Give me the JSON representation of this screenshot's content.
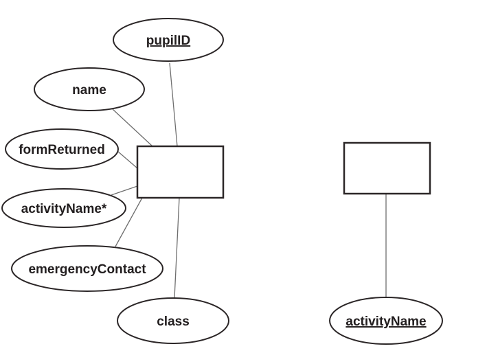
{
  "diagram": {
    "type": "entity-relationship",
    "colors": {
      "background": "#ffffff",
      "shape_stroke": "#2b2627",
      "connector": "#6e6e6e",
      "text": "#221e1f"
    },
    "entities": [
      {
        "id": "left-entity",
        "label": ""
      },
      {
        "id": "right-entity",
        "label": ""
      }
    ],
    "attributes": [
      {
        "label": "pupilID",
        "underlined": true
      },
      {
        "label": "name",
        "underlined": false
      },
      {
        "label": "formReturned",
        "underlined": false
      },
      {
        "label": "activityName*",
        "underlined": false
      },
      {
        "label": "emergencyContact",
        "underlined": false
      },
      {
        "label": "class",
        "underlined": false
      },
      {
        "label": "activityName",
        "underlined": true
      }
    ],
    "edges": [
      {
        "from": "pupilID",
        "to": "left-entity"
      },
      {
        "from": "name",
        "to": "left-entity"
      },
      {
        "from": "formReturned",
        "to": "left-entity"
      },
      {
        "from": "activityName*",
        "to": "left-entity"
      },
      {
        "from": "emergencyContact",
        "to": "left-entity"
      },
      {
        "from": "class",
        "to": "left-entity"
      },
      {
        "from": "activityName",
        "to": "right-entity"
      }
    ]
  }
}
